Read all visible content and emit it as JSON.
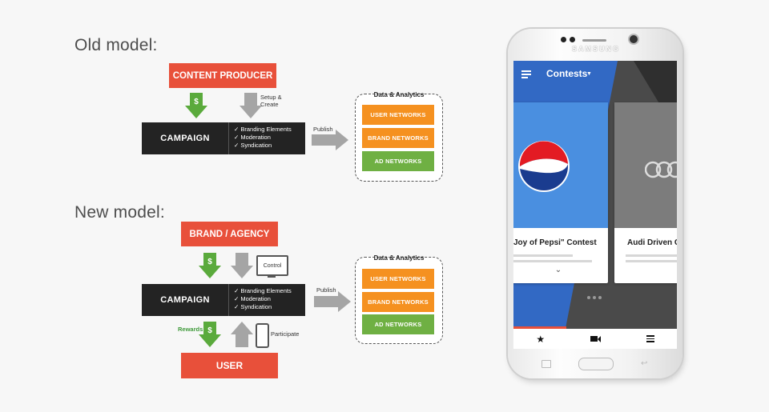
{
  "old_model": {
    "heading": "Old model:",
    "producer": "CONTENT PRODUCER",
    "setup_label": "Setup & Create",
    "campaign": {
      "title": "CAMPAIGN",
      "items": [
        "✓ Branding Elements",
        "✓ Moderation",
        "✓ Syndication"
      ]
    },
    "publish_label": "Publish",
    "analytics": {
      "title": "Data & Analytics",
      "networks": [
        "USER NETWORKS",
        "BRAND NETWORKS",
        "AD NETWORKS"
      ]
    }
  },
  "new_model": {
    "heading": "New model:",
    "brand": "BRAND / AGENCY",
    "control_label": "Control",
    "campaign": {
      "title": "CAMPAIGN",
      "items": [
        "✓ Branding Elements",
        "✓ Moderation",
        "✓ Syndication"
      ]
    },
    "publish_label": "Publish",
    "rewards_label": "Rewards",
    "participate_label": "Participate",
    "user": "USER",
    "analytics": {
      "title": "Data & Analytics",
      "networks": [
        "USER NETWORKS",
        "BRAND NETWORKS",
        "AD NETWORKS"
      ]
    }
  },
  "phone": {
    "brand": "SAMSUNG",
    "app_title": "Contests",
    "cards": [
      {
        "title": "Joy of Pepsi\" Contest"
      },
      {
        "title": "Audi Driven C"
      }
    ],
    "dollar": "$",
    "icons": [
      "star-icon",
      "video-camera-icon",
      "list-icon"
    ]
  },
  "colors": {
    "red": "#e8503a",
    "orange": "#f59120",
    "green": "#6fb043",
    "dark": "#232323",
    "app_blue": "#3269c4"
  }
}
